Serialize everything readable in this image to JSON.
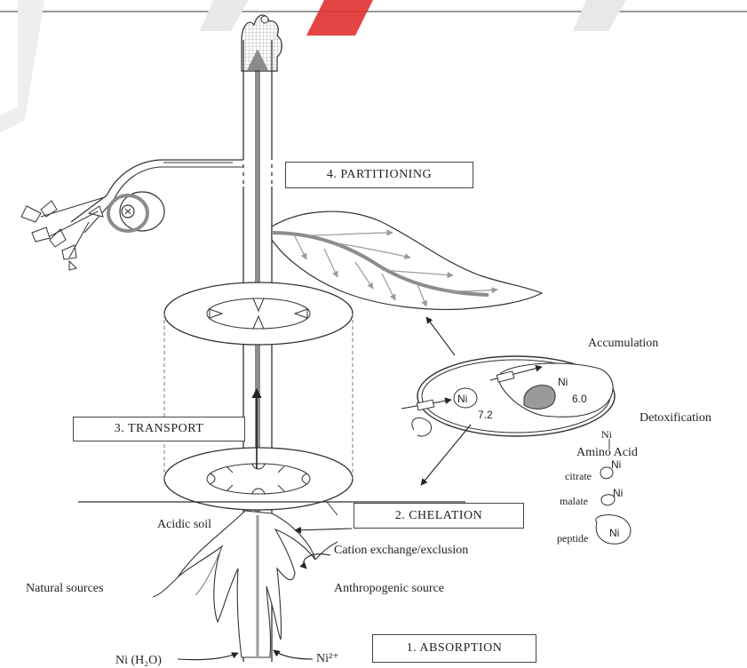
{
  "steps": {
    "absorption": "1. ABSORPTION",
    "chelation": "2. CHELATION",
    "transport": "3. TRANSPORT",
    "partitioning": "4. PARTITIONING"
  },
  "labels": {
    "accumulation": "Accumulation",
    "detoxification": "Detoxification",
    "acidic_soil": "Acidic soil",
    "cation_exchange": "Cation exchange/exclusion",
    "natural_sources": "Natural sources",
    "anthropogenic_source": "Anthropogenic source",
    "ni_water": "Ni (H₂O)",
    "ni_ion": "Ni²⁺"
  },
  "cell": {
    "ni_inner": "Ni",
    "ni_vacuole": "Ni",
    "ph_vacuole": "6.0",
    "ph_cytosol": "7.2"
  },
  "ligands": {
    "amino_acid_ni": "Ni",
    "amino_acid": "Amino Acid",
    "citrate": "citrate",
    "citrate_ni": "Ni",
    "malate": "malate",
    "malate_ni": "Ni",
    "peptide": "peptide",
    "peptide_ni": "Ni"
  },
  "colors": {
    "ink": "#222222",
    "flow_arrow": "#8c8c8c",
    "accent_red": "#e23030",
    "cell_fill": "#9a9a9a"
  }
}
